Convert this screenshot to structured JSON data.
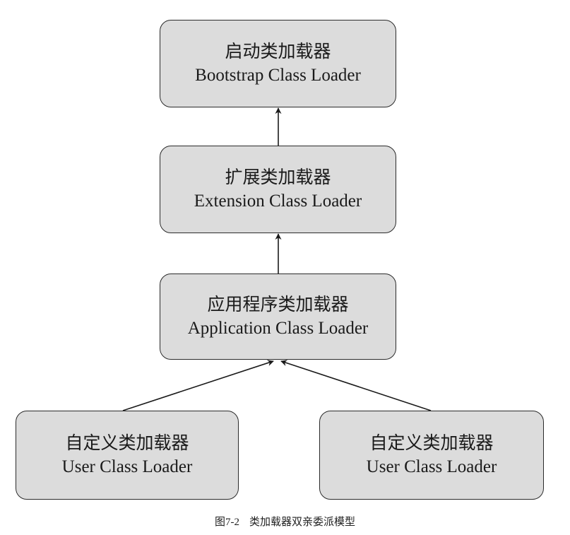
{
  "diagram": {
    "nodes": [
      {
        "id": "bootstrap",
        "zh": "启动类加载器",
        "en": "Bootstrap Class Loader"
      },
      {
        "id": "extension",
        "zh": "扩展类加载器",
        "en": "Extension Class Loader"
      },
      {
        "id": "application",
        "zh": "应用程序类加载器",
        "en": "Application Class Loader"
      },
      {
        "id": "user_left",
        "zh": "自定义类加载器",
        "en": "User Class Loader"
      },
      {
        "id": "user_right",
        "zh": "自定义类加载器",
        "en": "User Class Loader"
      }
    ],
    "edges": [
      {
        "from": "extension",
        "to": "bootstrap"
      },
      {
        "from": "application",
        "to": "extension"
      },
      {
        "from": "user_left",
        "to": "application"
      },
      {
        "from": "user_right",
        "to": "application"
      }
    ],
    "colors": {
      "node_fill": "#dcdcdc",
      "node_border": "#2b2b2b",
      "arrow": "#1a1a1a"
    }
  },
  "caption": {
    "number": "图7-2",
    "text": "类加载器双亲委派模型"
  }
}
